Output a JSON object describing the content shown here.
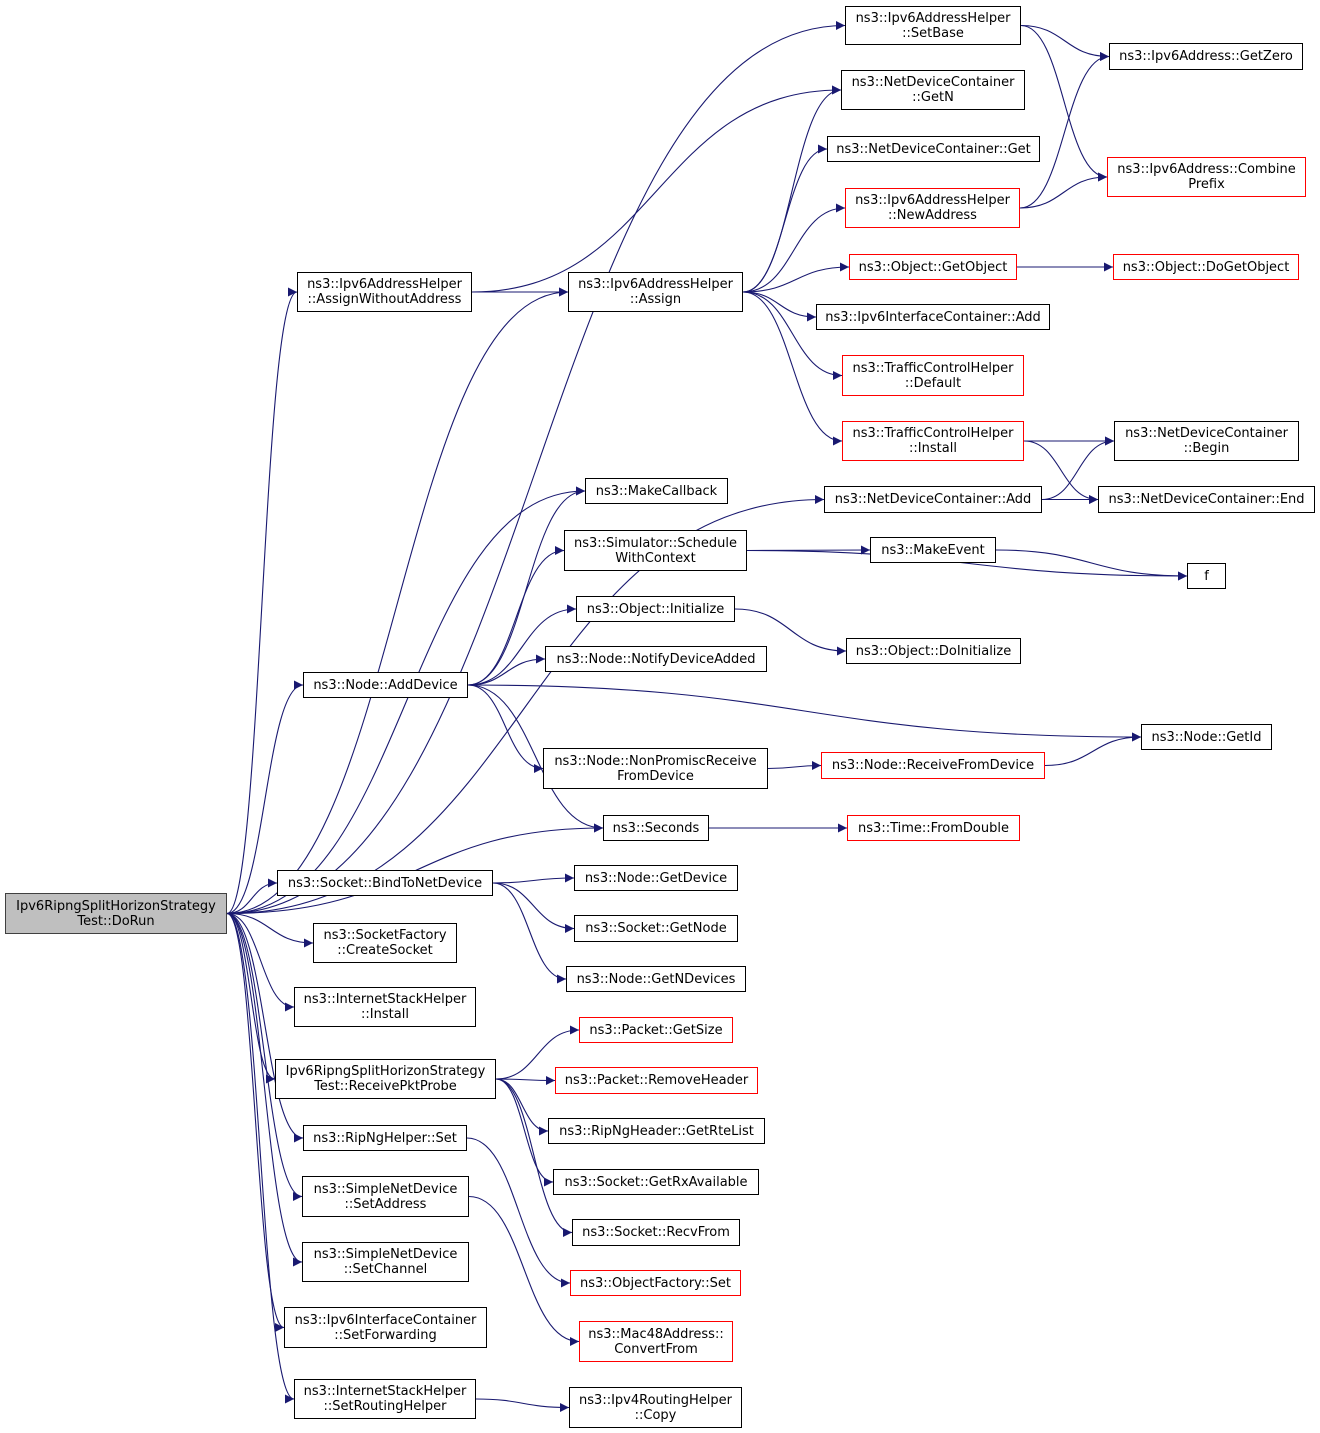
{
  "colors": {
    "edge": "#191970",
    "node_border": "#000000",
    "node_border_truncated": "#ff0000",
    "root_fill": "#bfbfbf"
  },
  "nodes": [
    {
      "id": "root",
      "lines": [
        "Ipv6RipngSplitHorizonStrategy",
        "Test::DoRun"
      ],
      "style": "root"
    },
    {
      "id": "setbase",
      "lines": [
        "ns3::Ipv6AddressHelper",
        "::SetBase"
      ],
      "style": "normal"
    },
    {
      "id": "getzero",
      "lines": [
        "ns3::Ipv6Address::GetZero"
      ],
      "style": "normal"
    },
    {
      "id": "getn",
      "lines": [
        "ns3::NetDeviceContainer",
        "::GetN"
      ],
      "style": "normal"
    },
    {
      "id": "combine",
      "lines": [
        "ns3::Ipv6Address::Combine",
        "Prefix"
      ],
      "style": "red"
    },
    {
      "id": "ndcget",
      "lines": [
        "ns3::NetDeviceContainer::Get"
      ],
      "style": "normal"
    },
    {
      "id": "newaddr",
      "lines": [
        "ns3::Ipv6AddressHelper",
        "::NewAddress"
      ],
      "style": "red"
    },
    {
      "id": "assignwo",
      "lines": [
        "ns3::Ipv6AddressHelper",
        "::AssignWithoutAddress"
      ],
      "style": "normal"
    },
    {
      "id": "assign",
      "lines": [
        "ns3::Ipv6AddressHelper",
        "::Assign"
      ],
      "style": "normal"
    },
    {
      "id": "getobject",
      "lines": [
        "ns3::Object::GetObject"
      ],
      "style": "red"
    },
    {
      "id": "dogetobject",
      "lines": [
        "ns3::Object::DoGetObject"
      ],
      "style": "red"
    },
    {
      "id": "ifcadd",
      "lines": [
        "ns3::Ipv6InterfaceContainer::Add"
      ],
      "style": "normal"
    },
    {
      "id": "tcdefault",
      "lines": [
        "ns3::TrafficControlHelper",
        "::Default"
      ],
      "style": "red"
    },
    {
      "id": "tcinstall",
      "lines": [
        "ns3::TrafficControlHelper",
        "::Install"
      ],
      "style": "red"
    },
    {
      "id": "ndcbegin",
      "lines": [
        "ns3::NetDeviceContainer",
        "::Begin"
      ],
      "style": "normal"
    },
    {
      "id": "makecb",
      "lines": [
        "ns3::MakeCallback"
      ],
      "style": "normal"
    },
    {
      "id": "ndcadd",
      "lines": [
        "ns3::NetDeviceContainer::Add"
      ],
      "style": "normal"
    },
    {
      "id": "ndcend",
      "lines": [
        "ns3::NetDeviceContainer::End"
      ],
      "style": "normal"
    },
    {
      "id": "schedule",
      "lines": [
        "ns3::Simulator::Schedule",
        "WithContext"
      ],
      "style": "normal"
    },
    {
      "id": "makeevent",
      "lines": [
        "ns3::MakeEvent"
      ],
      "style": "normal"
    },
    {
      "id": "f",
      "lines": [
        "f"
      ],
      "style": "normal"
    },
    {
      "id": "objinit",
      "lines": [
        "ns3::Object::Initialize"
      ],
      "style": "normal"
    },
    {
      "id": "doinit",
      "lines": [
        "ns3::Object::DoInitialize"
      ],
      "style": "normal"
    },
    {
      "id": "notify",
      "lines": [
        "ns3::Node::NotifyDeviceAdded"
      ],
      "style": "normal"
    },
    {
      "id": "adddevice",
      "lines": [
        "ns3::Node::AddDevice"
      ],
      "style": "normal"
    },
    {
      "id": "getid",
      "lines": [
        "ns3::Node::GetId"
      ],
      "style": "normal"
    },
    {
      "id": "nonprom",
      "lines": [
        "ns3::Node::NonPromiscReceive",
        "FromDevice"
      ],
      "style": "normal"
    },
    {
      "id": "recvfromdev",
      "lines": [
        "ns3::Node::ReceiveFromDevice"
      ],
      "style": "red"
    },
    {
      "id": "seconds",
      "lines": [
        "ns3::Seconds"
      ],
      "style": "normal"
    },
    {
      "id": "fromdouble",
      "lines": [
        "ns3::Time::FromDouble"
      ],
      "style": "red"
    },
    {
      "id": "bindtonet",
      "lines": [
        "ns3::Socket::BindToNetDevice"
      ],
      "style": "normal"
    },
    {
      "id": "getdevice",
      "lines": [
        "ns3::Node::GetDevice"
      ],
      "style": "normal"
    },
    {
      "id": "getnode",
      "lines": [
        "ns3::Socket::GetNode"
      ],
      "style": "normal"
    },
    {
      "id": "getndevices",
      "lines": [
        "ns3::Node::GetNDevices"
      ],
      "style": "normal"
    },
    {
      "id": "createsocket",
      "lines": [
        "ns3::SocketFactory",
        "::CreateSocket"
      ],
      "style": "normal"
    },
    {
      "id": "ishinstall",
      "lines": [
        "ns3::InternetStackHelper",
        "::Install"
      ],
      "style": "normal"
    },
    {
      "id": "getsize",
      "lines": [
        "ns3::Packet::GetSize"
      ],
      "style": "red"
    },
    {
      "id": "receiveprobe",
      "lines": [
        "Ipv6RipngSplitHorizonStrategy",
        "Test::ReceivePktProbe"
      ],
      "style": "normal"
    },
    {
      "id": "removeheader",
      "lines": [
        "ns3::Packet::RemoveHeader"
      ],
      "style": "red"
    },
    {
      "id": "getrtelist",
      "lines": [
        "ns3::RipNgHeader::GetRteList"
      ],
      "style": "normal"
    },
    {
      "id": "ripngset",
      "lines": [
        "ns3::RipNgHelper::Set"
      ],
      "style": "normal"
    },
    {
      "id": "getrxavail",
      "lines": [
        "ns3::Socket::GetRxAvailable"
      ],
      "style": "normal"
    },
    {
      "id": "setaddress",
      "lines": [
        "ns3::SimpleNetDevice",
        "::SetAddress"
      ],
      "style": "normal"
    },
    {
      "id": "recvfrom",
      "lines": [
        "ns3::Socket::RecvFrom"
      ],
      "style": "normal"
    },
    {
      "id": "setchannel",
      "lines": [
        "ns3::SimpleNetDevice",
        "::SetChannel"
      ],
      "style": "normal"
    },
    {
      "id": "ofset",
      "lines": [
        "ns3::ObjectFactory::Set"
      ],
      "style": "red"
    },
    {
      "id": "setfwd",
      "lines": [
        "ns3::Ipv6InterfaceContainer",
        "::SetForwarding"
      ],
      "style": "normal"
    },
    {
      "id": "convertfrom",
      "lines": [
        "ns3::Mac48Address::",
        "ConvertFrom"
      ],
      "style": "red"
    },
    {
      "id": "setrouting",
      "lines": [
        "ns3::InternetStackHelper",
        "::SetRoutingHelper"
      ],
      "style": "normal"
    },
    {
      "id": "ipv4copy",
      "lines": [
        "ns3::Ipv4RoutingHelper",
        "::Copy"
      ],
      "style": "normal"
    }
  ],
  "edges": [
    [
      "root",
      "setbase"
    ],
    [
      "root",
      "assignwo"
    ],
    [
      "root",
      "assign"
    ],
    [
      "root",
      "ndcadd"
    ],
    [
      "root",
      "makecb"
    ],
    [
      "root",
      "adddevice"
    ],
    [
      "root",
      "seconds"
    ],
    [
      "root",
      "bindtonet"
    ],
    [
      "root",
      "createsocket"
    ],
    [
      "root",
      "ishinstall"
    ],
    [
      "root",
      "receiveprobe"
    ],
    [
      "root",
      "ripngset"
    ],
    [
      "root",
      "setaddress"
    ],
    [
      "root",
      "setchannel"
    ],
    [
      "root",
      "setfwd"
    ],
    [
      "root",
      "setrouting"
    ],
    [
      "setbase",
      "getzero"
    ],
    [
      "setbase",
      "combine"
    ],
    [
      "assignwo",
      "getn"
    ],
    [
      "assignwo",
      "assign"
    ],
    [
      "assign",
      "getn"
    ],
    [
      "assign",
      "ndcget"
    ],
    [
      "assign",
      "newaddr"
    ],
    [
      "assign",
      "getobject"
    ],
    [
      "assign",
      "ifcadd"
    ],
    [
      "assign",
      "tcdefault"
    ],
    [
      "assign",
      "tcinstall"
    ],
    [
      "newaddr",
      "getzero"
    ],
    [
      "newaddr",
      "combine"
    ],
    [
      "getobject",
      "dogetobject"
    ],
    [
      "tcinstall",
      "ndcbegin"
    ],
    [
      "tcinstall",
      "ndcend"
    ],
    [
      "ndcadd",
      "ndcbegin"
    ],
    [
      "ndcadd",
      "ndcend"
    ],
    [
      "adddevice",
      "makecb"
    ],
    [
      "adddevice",
      "schedule"
    ],
    [
      "adddevice",
      "objinit"
    ],
    [
      "adddevice",
      "notify"
    ],
    [
      "adddevice",
      "getid"
    ],
    [
      "adddevice",
      "nonprom"
    ],
    [
      "adddevice",
      "seconds"
    ],
    [
      "schedule",
      "makeevent"
    ],
    [
      "schedule",
      "f"
    ],
    [
      "makeevent",
      "f"
    ],
    [
      "objinit",
      "doinit"
    ],
    [
      "nonprom",
      "recvfromdev"
    ],
    [
      "recvfromdev",
      "getid"
    ],
    [
      "seconds",
      "fromdouble"
    ],
    [
      "bindtonet",
      "getdevice"
    ],
    [
      "bindtonet",
      "getnode"
    ],
    [
      "bindtonet",
      "getndevices"
    ],
    [
      "receiveprobe",
      "getsize"
    ],
    [
      "receiveprobe",
      "removeheader"
    ],
    [
      "receiveprobe",
      "getrtelist"
    ],
    [
      "receiveprobe",
      "getrxavail"
    ],
    [
      "receiveprobe",
      "recvfrom"
    ],
    [
      "ripngset",
      "ofset"
    ],
    [
      "setaddress",
      "convertfrom"
    ],
    [
      "setrouting",
      "ipv4copy"
    ]
  ]
}
